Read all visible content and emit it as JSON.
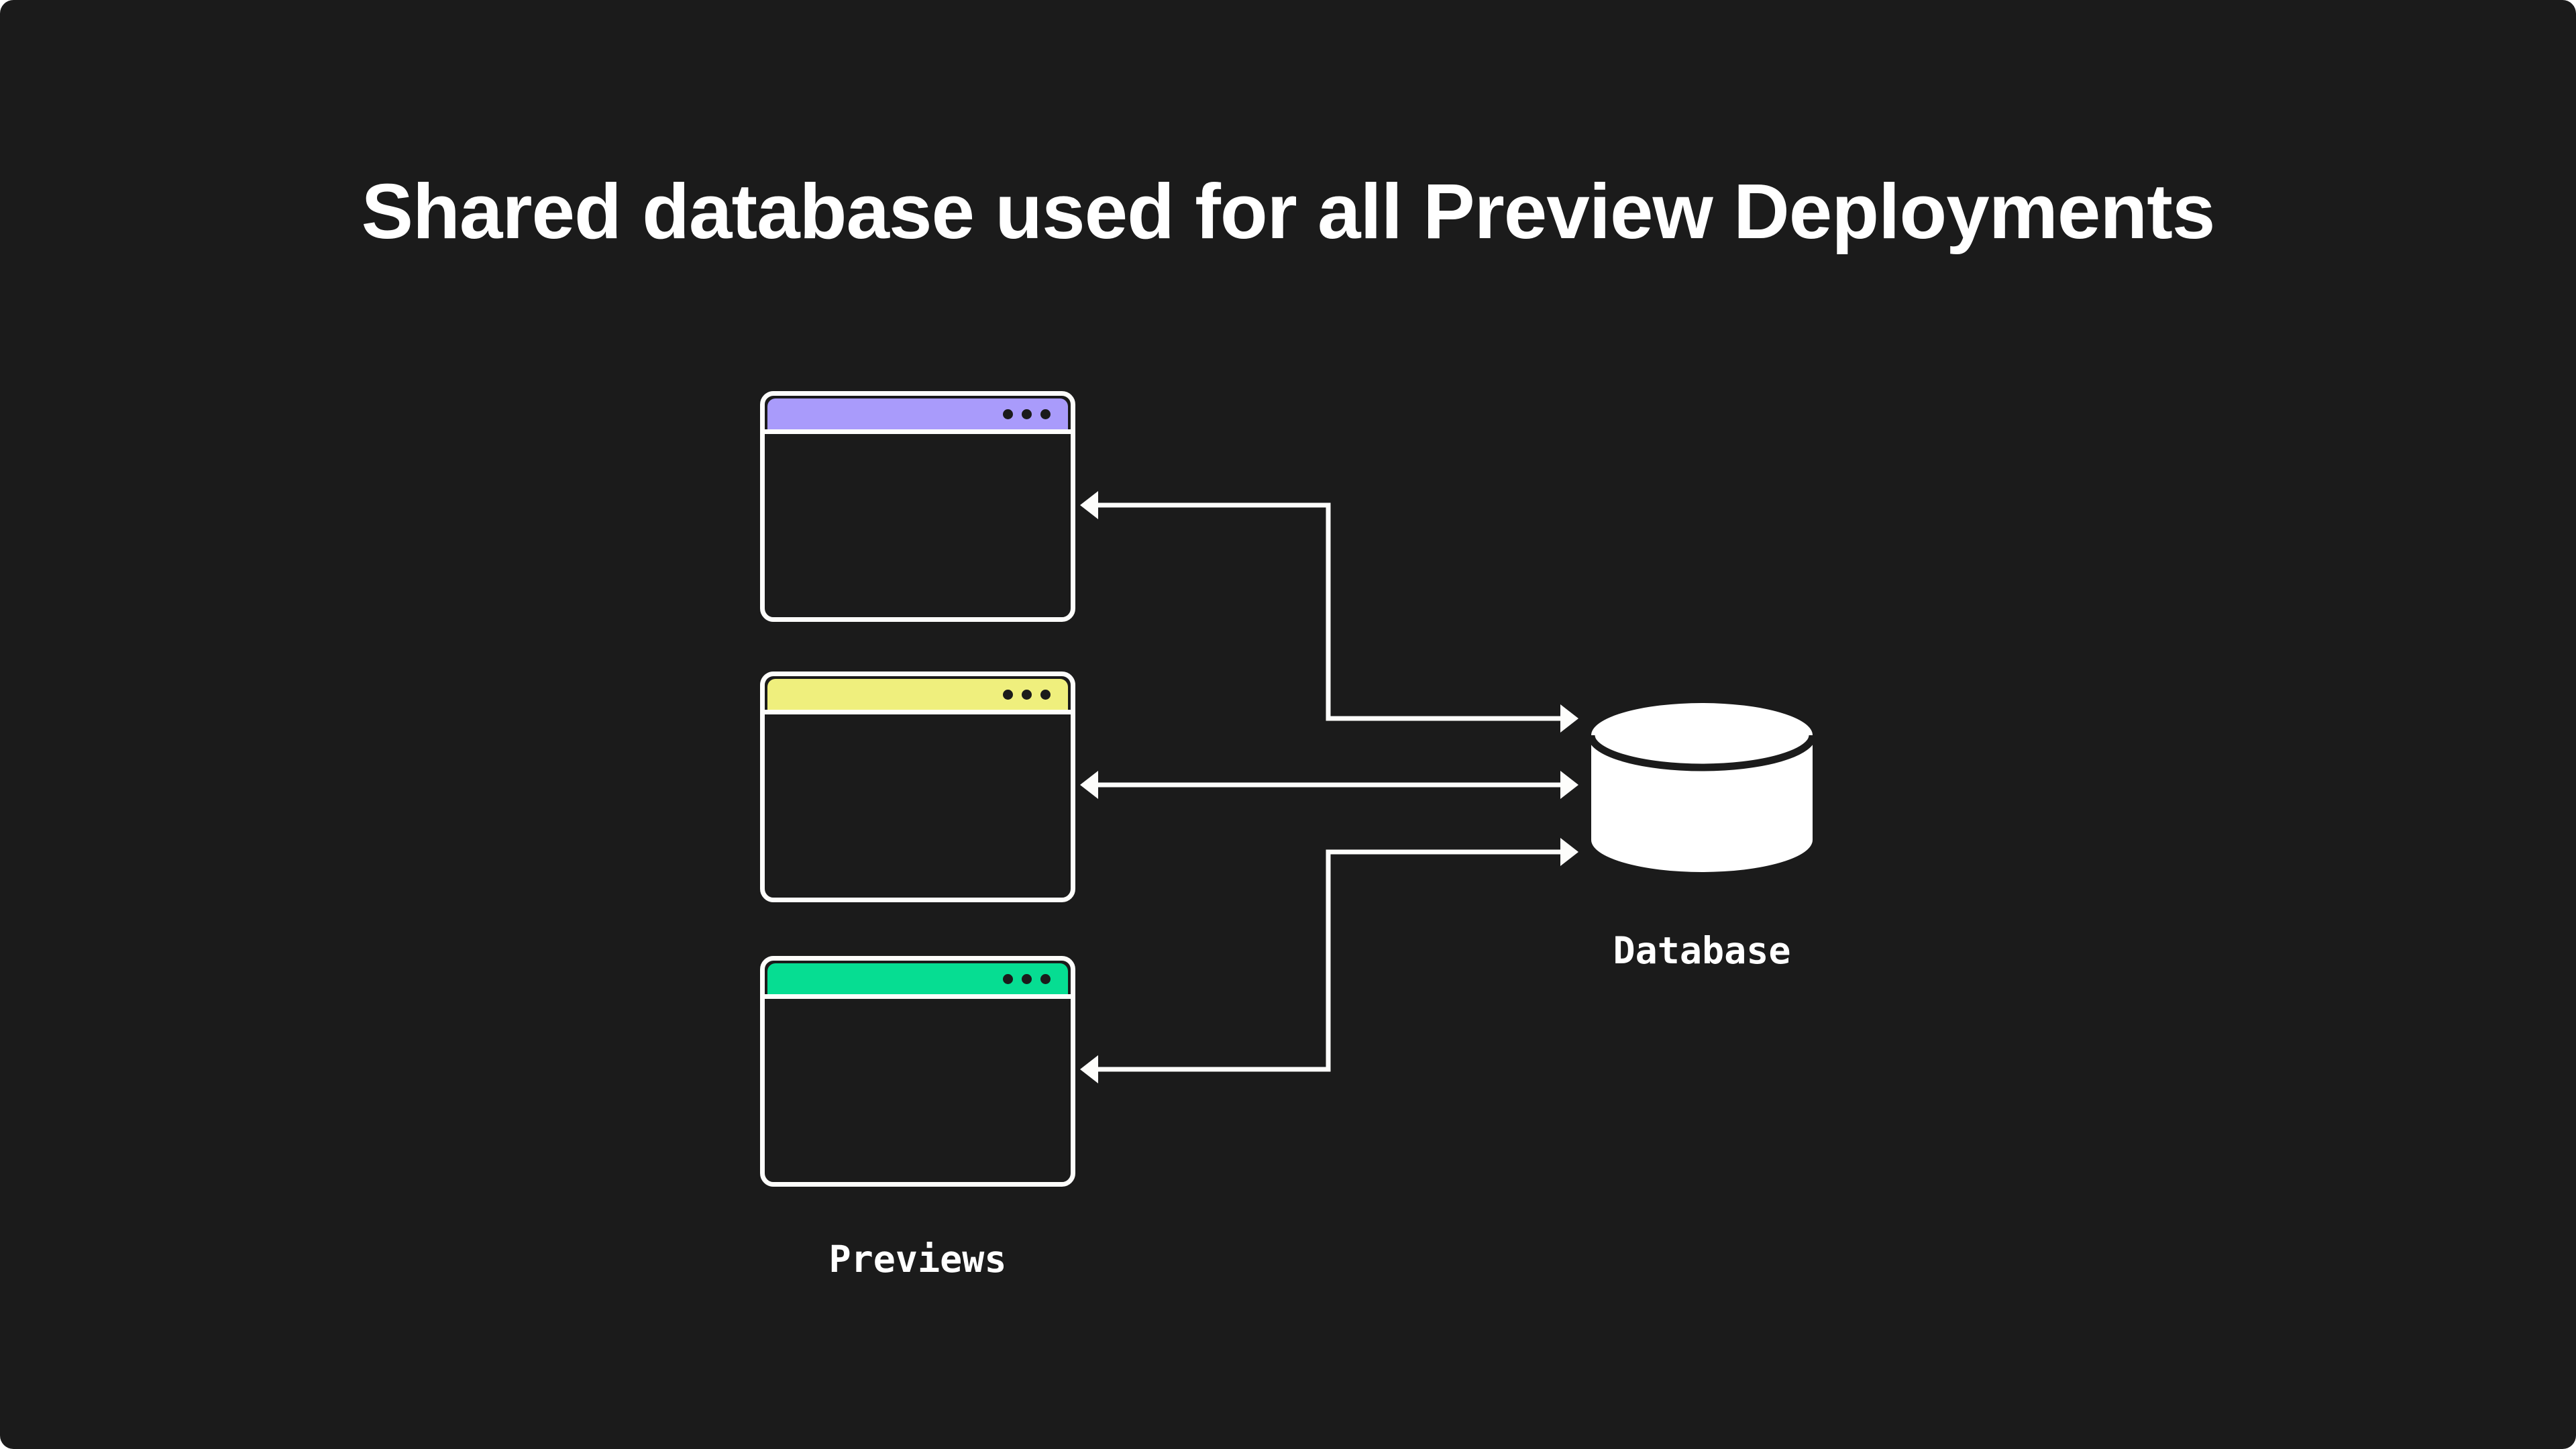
{
  "page": {
    "background": "#1b1b1b",
    "frame_color": "#fdfdfb"
  },
  "title": {
    "text": "Shared database used for all Preview Deployments",
    "color": "#ffffff"
  },
  "previews": {
    "label": "Previews",
    "dot_color": "#1b1b1b",
    "dots_per_window": 3,
    "windows": [
      {
        "name": "preview-deployment-1",
        "titlebar_color": "#a99bfb"
      },
      {
        "name": "preview-deployment-2",
        "titlebar_color": "#efef7d"
      },
      {
        "name": "preview-deployment-3",
        "titlebar_color": "#06dd92"
      }
    ]
  },
  "database": {
    "label": "Database",
    "fill": "#ffffff"
  },
  "arrows": {
    "color": "#fdfdfb",
    "connections": [
      {
        "from": "database",
        "to": "preview-deployment-1",
        "bidirectional": true
      },
      {
        "from": "database",
        "to": "preview-deployment-2",
        "bidirectional": true
      },
      {
        "from": "database",
        "to": "preview-deployment-3",
        "bidirectional": true
      }
    ]
  }
}
